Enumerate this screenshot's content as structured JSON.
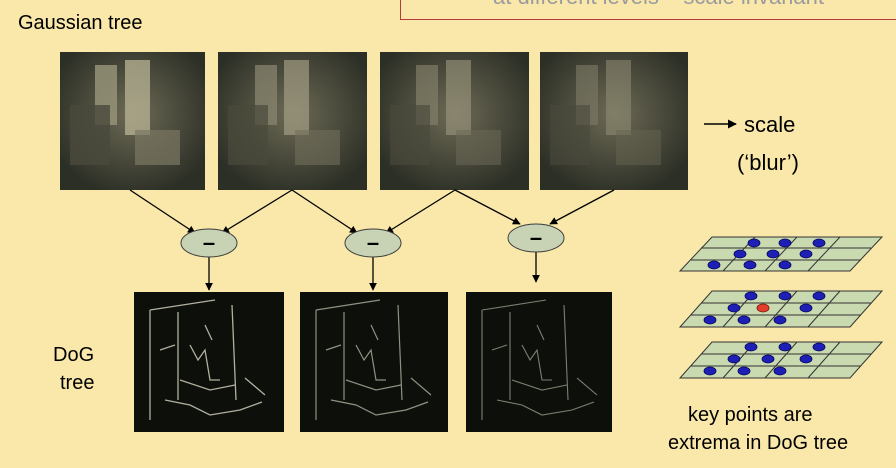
{
  "header": {
    "partial_text": "at different levels – scale invariant"
  },
  "labels": {
    "gaussian_tree": "Gaussian tree",
    "dog_tree_line1": "DoG",
    "dog_tree_line2": "tree",
    "scale": "scale",
    "blur": "(‘blur’)",
    "keypoints_line1": "key points are",
    "keypoints_line2": "extrema in DoG tree"
  },
  "operators": {
    "minus": "–"
  },
  "colors": {
    "background": "#f9e8a9",
    "ellipse_fill": "#c7d3b4",
    "grid_fill": "#c9d9b0",
    "dot_blue": "#1d1fb5",
    "dot_red": "#e23c2c"
  },
  "icons": [
    "arrow-right-icon"
  ]
}
